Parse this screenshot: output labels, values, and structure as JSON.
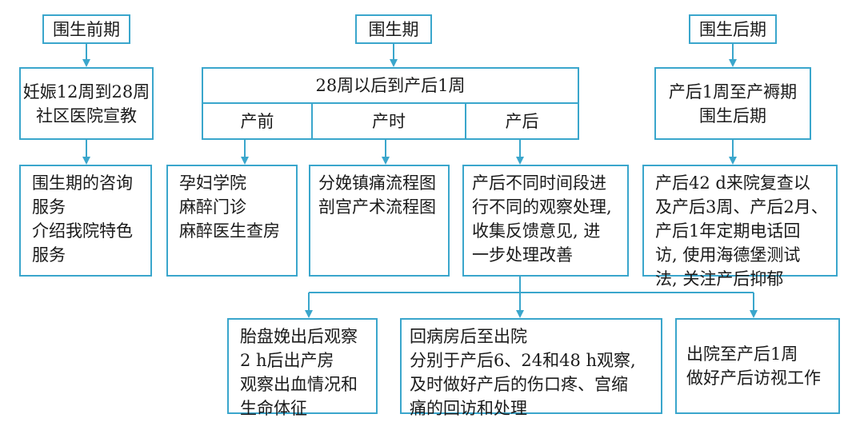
{
  "phases": {
    "pre": "围生前期",
    "peri": "围生期",
    "post": "围生后期"
  },
  "pre": {
    "period_lines": [
      "妊娠12周到28周",
      "社区医院宣教"
    ],
    "content_lines": [
      "围生期的咨询",
      "服务",
      "介绍我院特色",
      "服务"
    ]
  },
  "peri": {
    "period": "28周以后到产后1周",
    "sub": {
      "antepartum": "产前",
      "intrapartum": "产时",
      "postpartum": "产后"
    },
    "antepartum_lines": [
      "孕妇学院",
      "麻醉门诊",
      "麻醉医生查房"
    ],
    "intrapartum_lines": [
      "分娩镇痛流程图",
      "剖宫产术流程图"
    ],
    "postpartum_lines": [
      "产后不同时间段进",
      "行不同的观察处理,",
      "收集反馈意见, 进",
      "一步处理改善"
    ]
  },
  "post": {
    "period_lines": [
      "产后1周至产褥期",
      "围生后期"
    ],
    "content_lines": [
      "产后42 d来院复查以",
      "及产后3周、产后2月、",
      "产后1年定期电话回",
      "访, 使用海德堡测试",
      "法, 关注产后抑郁"
    ]
  },
  "bottom": {
    "placenta_lines": [
      "胎盘娩出后观察",
      "2 h后出产房",
      "观察出血情况和",
      "生命体征"
    ],
    "ward_lines": [
      "回病房后至出院",
      "分别于产后6、24和48 h观察,",
      "及时做好产后的伤口疼、宫缩",
      "痛的回访和处理"
    ],
    "discharge_lines": [
      "出院至产后1周",
      "做好产后访视工作"
    ]
  },
  "colors": {
    "border": "#3aa6cc",
    "text": "#1a1a1a"
  }
}
